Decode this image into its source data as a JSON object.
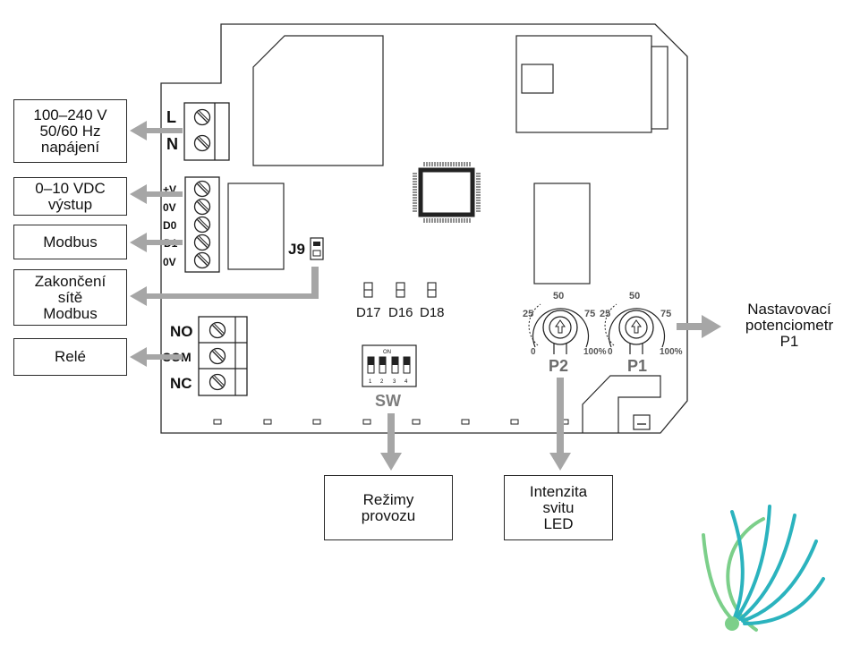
{
  "terminals": {
    "power": [
      "L",
      "N"
    ],
    "bus": [
      "+V",
      "0V",
      "D0",
      "D1",
      "0V"
    ],
    "relay": [
      "NO",
      "COM",
      "NC"
    ]
  },
  "jumper": "J9",
  "leds": [
    "D17",
    "D16",
    "D18"
  ],
  "dip": {
    "top": "ON",
    "numbers": [
      "1",
      "2",
      "3",
      "4"
    ],
    "label": "SW"
  },
  "pot_scale": {
    "s0": "0",
    "s25": "25",
    "s50": "50",
    "s75": "75",
    "s100": "100%"
  },
  "pots": {
    "p2": "P2",
    "p1": "P1"
  },
  "boxes": {
    "power": [
      "100–240 V",
      "50/60 Hz",
      "napájení"
    ],
    "analog": [
      "0–10 VDC",
      "výstup"
    ],
    "modbus": [
      "Modbus"
    ],
    "termination": [
      "Zakončení",
      "sítě",
      "Modbus"
    ],
    "relay": [
      "Relé"
    ],
    "modes": [
      "Režimy",
      "provozu"
    ],
    "intensity": [
      "Intenzita",
      "svitu",
      "LED"
    ]
  },
  "potentiometer_note": [
    "Nastavovací",
    "potenciometr",
    "P1"
  ],
  "colors": {
    "line": "#2a2a2a",
    "arrow": "#a6a6a6",
    "logo_teal": "#2bb3be",
    "logo_green": "#7ccf8a"
  }
}
